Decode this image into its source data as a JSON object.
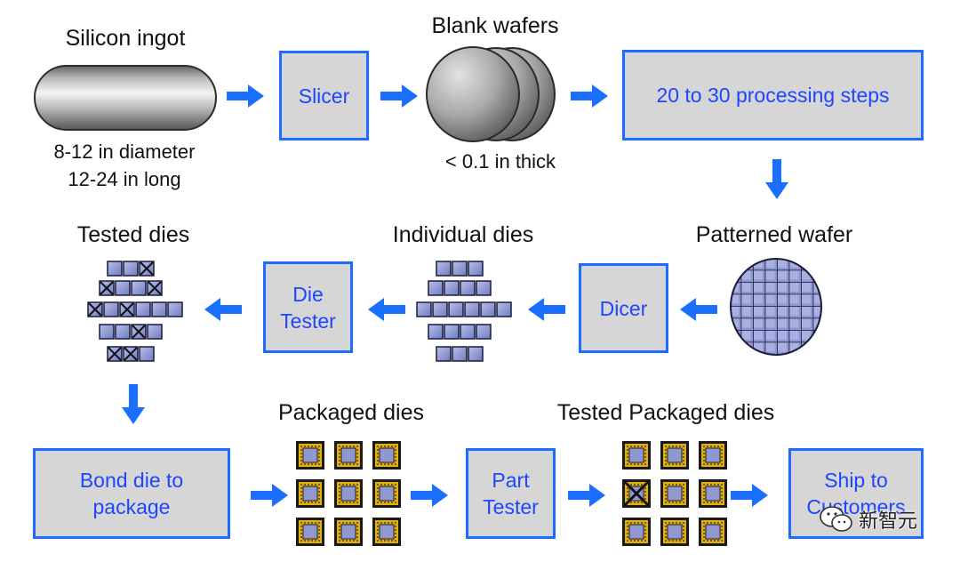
{
  "row1": {
    "ingot_title": "Silicon ingot",
    "ingot_dims": [
      "8-12 in diameter",
      "12-24 in long"
    ],
    "slicer": "Slicer",
    "wafers_title": "Blank wafers",
    "wafers_note": "< 0.1 in thick",
    "processing": "20 to 30 processing steps"
  },
  "row2": {
    "patterned_title": "Patterned wafer",
    "dicer": "Dicer",
    "individual_title": "Individual dies",
    "die_tester": [
      "Die",
      "Tester"
    ],
    "tested_title": "Tested dies"
  },
  "row3": {
    "bond": [
      "Bond die to",
      "package"
    ],
    "packaged_title": "Packaged dies",
    "part_tester": [
      "Part",
      "Tester"
    ],
    "tested_packaged_title": "Tested Packaged dies",
    "ship": [
      "Ship to",
      "Customers"
    ]
  },
  "watermark": "新智元",
  "colors": {
    "arrow": "#1a6fff",
    "box_fill": "#d6d6d6",
    "box_border": "#1e6bff",
    "box_text": "#1f45ff",
    "die_fill": "#8f99d0",
    "package_gold": "#e0b010"
  },
  "icons": {
    "arrow": "arrow-icon",
    "die_failed": "x-mark-icon",
    "watermark": "wechat-icon"
  }
}
